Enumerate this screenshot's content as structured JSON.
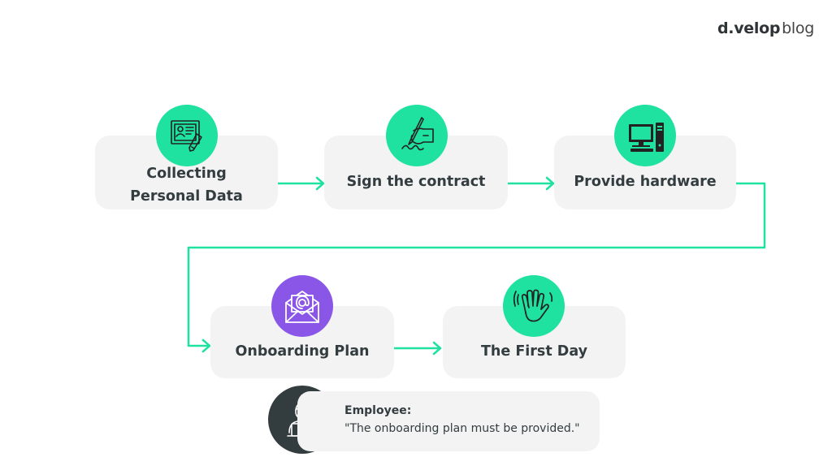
{
  "brand": {
    "name": "d.velop",
    "suffix": "blog"
  },
  "steps": [
    {
      "label": "Collecting Personal Data",
      "icon": "personal-data-card-icon"
    },
    {
      "label": "Sign the contract",
      "icon": "signing-hand-icon"
    },
    {
      "label": "Provide hardware",
      "icon": "desktop-computer-icon"
    },
    {
      "label": "Onboarding Plan",
      "icon": "email-envelope-icon"
    },
    {
      "label": "The First Day",
      "icon": "waving-hand-icon"
    }
  ],
  "quote": {
    "title": "Employee:",
    "text": "\"The onboarding plan must be provided.\"",
    "icon": "employee-laptop-icon"
  },
  "colors": {
    "accent": "#1fe1a0",
    "purple": "#8a56e8",
    "dark": "#333d40",
    "card": "#f3f3f3"
  }
}
